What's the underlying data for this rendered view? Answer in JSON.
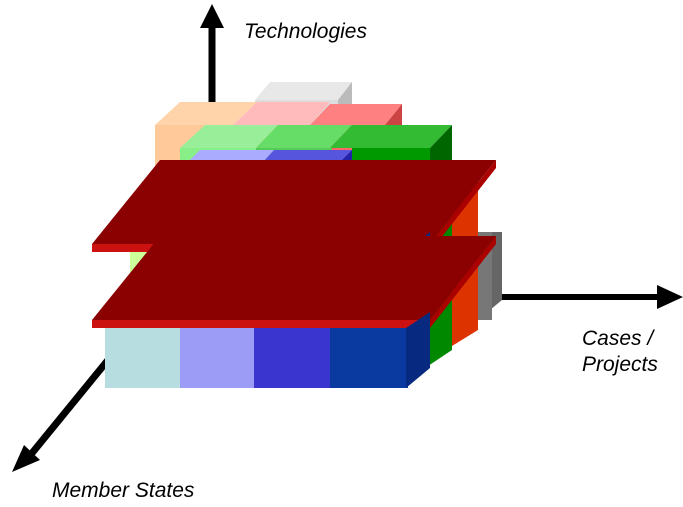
{
  "labels": {
    "technologies": "Technologies",
    "cases_line1": "Cases /",
    "cases_line2": "Projects",
    "member_states": "Member States"
  },
  "colors": {
    "arrow": "#000000",
    "shelf_top": "#8b0000",
    "shelf_edge": "#cc1111",
    "lightblue_1": "#b7dde0",
    "lavender": "#9c9cf6",
    "indigo": "#3a35cf",
    "navy": "#0a3aa0",
    "lime_pale": "#ccff99",
    "green_bright": "#00aa00",
    "green_mid": "#008c00",
    "orange_red": "#dd3300",
    "gray": "#777777",
    "peach": "#ffc999",
    "pink": "#ff9999",
    "salmon": "#ff6666",
    "light_gray": "#dddddd",
    "light_green": "#88ee88",
    "mid_green": "#55cc55"
  }
}
